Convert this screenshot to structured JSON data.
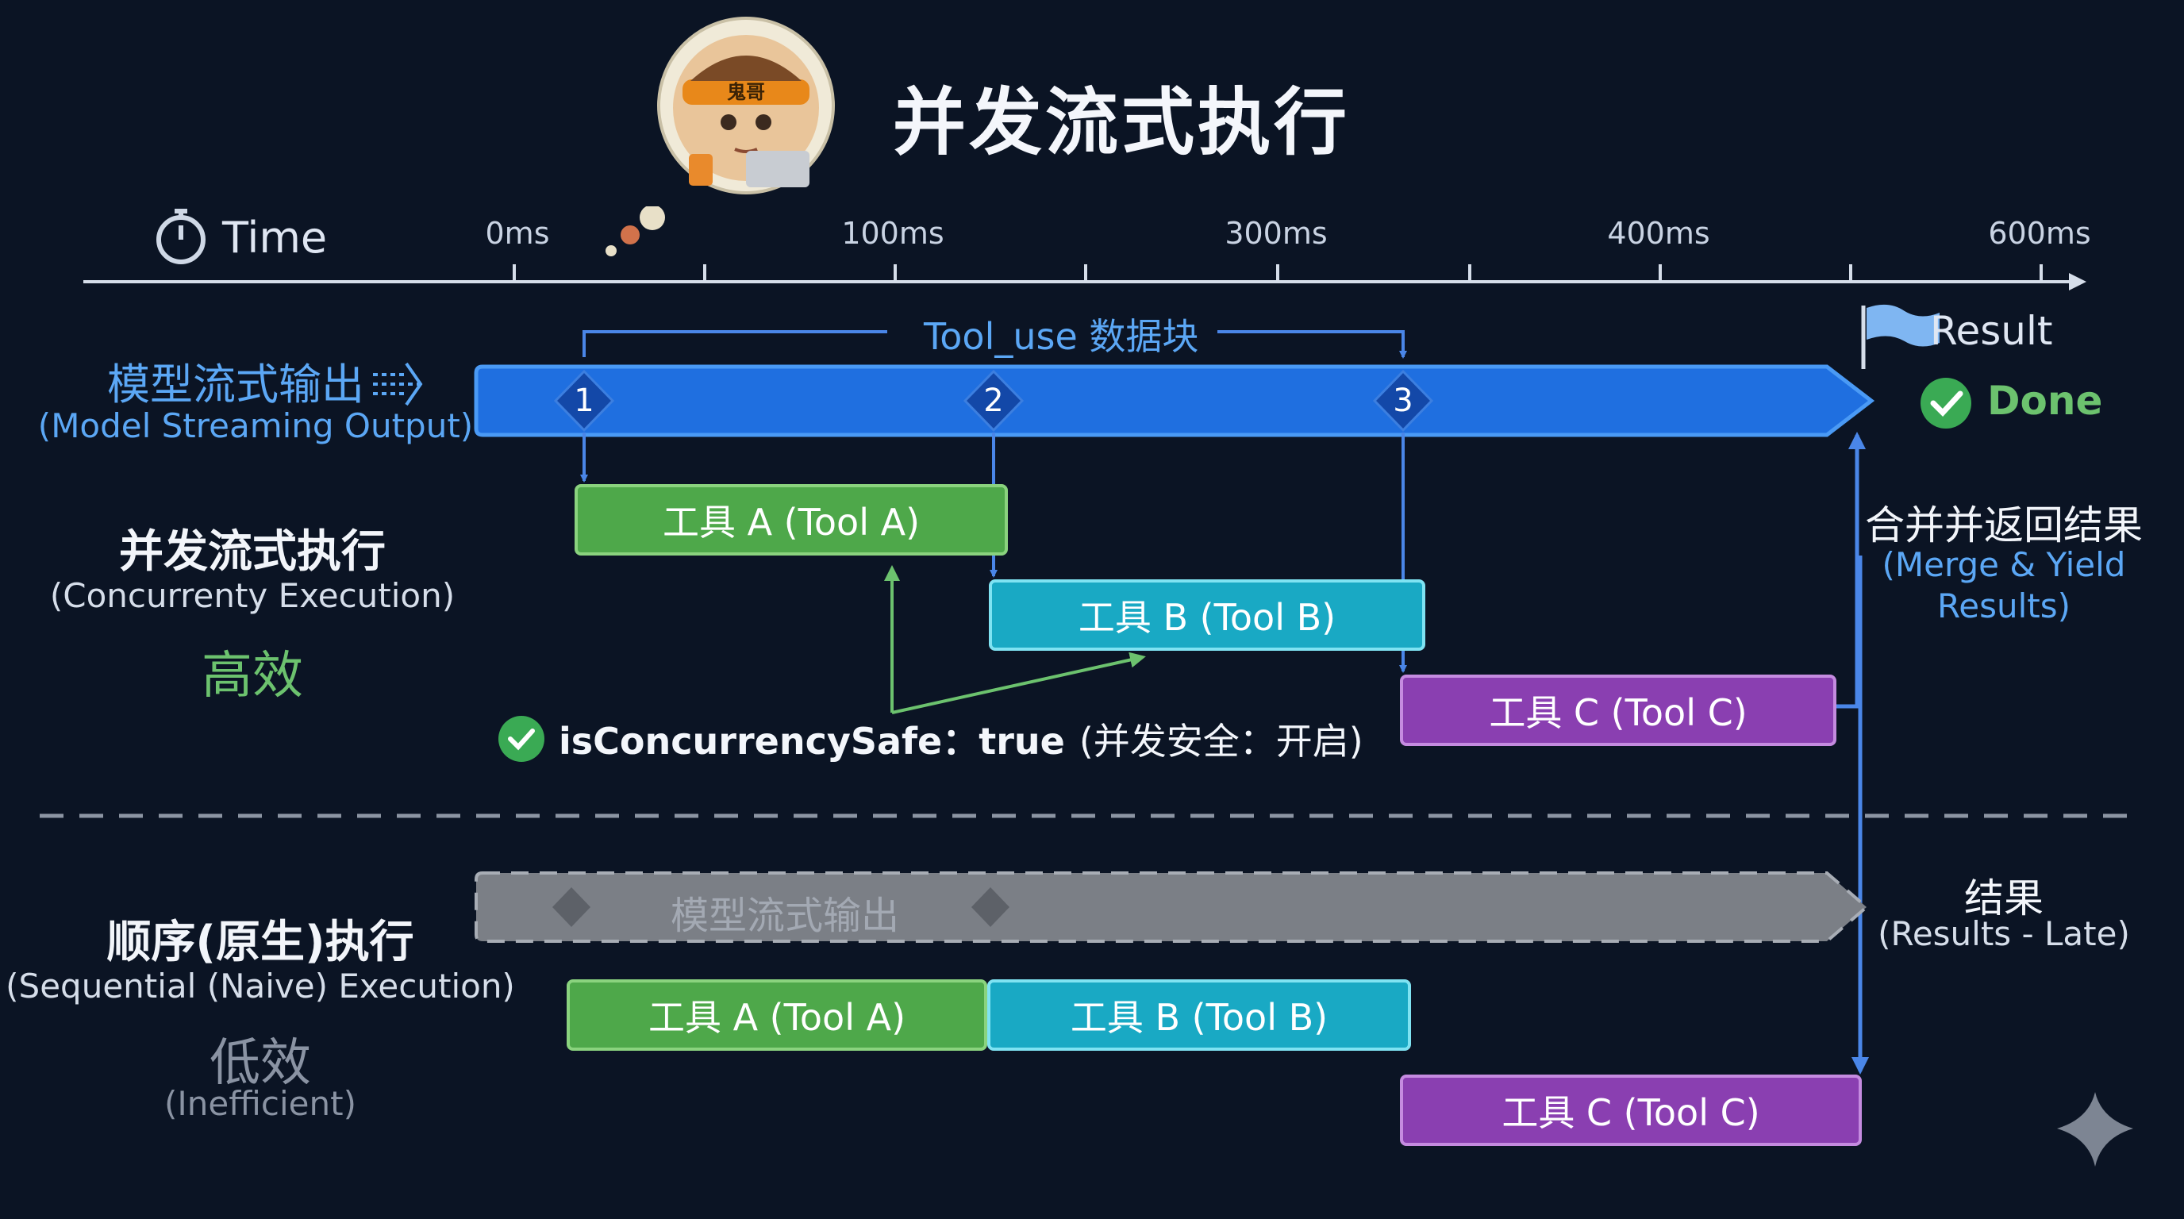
{
  "title": "并发流式执行",
  "mascot": {
    "headband_text": "鬼哥"
  },
  "timeline": {
    "label": "Time",
    "icon": "stopwatch-icon",
    "ticks": [
      "0ms",
      "100ms",
      "300ms",
      "400ms",
      "600ms"
    ]
  },
  "model_output": {
    "label_cn": "模型流式输出",
    "label_en": "(Model Streaming Output)",
    "icon": "streaming-arrows-icon",
    "tool_use_label": "Tool_use 数据块",
    "markers": [
      "1",
      "2",
      "3"
    ]
  },
  "result": {
    "label": "Result",
    "icon": "flag-icon",
    "done": "Done",
    "merge_cn": "合并并返回结果",
    "merge_en_line1": "(Merge & Yield",
    "merge_en_line2": "Results)"
  },
  "concurrent": {
    "label_cn": "并发流式执行",
    "label_en": "(Concurrenty Execution)",
    "efficiency": "高效",
    "tool_a": "工具 A (Tool A)",
    "tool_b": "工具 B (Tool B)",
    "tool_c": "工具 C (Tool C)",
    "safe_key": "isConcurrencySafe：true",
    "safe_desc": "(并发安全：开启)"
  },
  "sequential": {
    "label_cn": "顺序(原生)执行",
    "label_en": "(Sequential (Naive) Execution)",
    "efficiency": "低效",
    "efficiency_en": "(Inefficient)",
    "bar_label": "模型流式输出",
    "tool_a": "工具 A (Tool A)",
    "tool_b": "工具 B (Tool B)",
    "tool_c": "工具 C (Tool C)",
    "result_cn": "结果",
    "result_en": "(Results - Late)"
  },
  "colors": {
    "background": "#0b1424",
    "stream_blue": "#1f6fe0",
    "tool_a": "#4ea84a",
    "tool_b": "#19a9c4",
    "tool_c": "#8a3fb1",
    "done_green": "#6cc26e",
    "arrow_blue": "#4a86e8"
  }
}
